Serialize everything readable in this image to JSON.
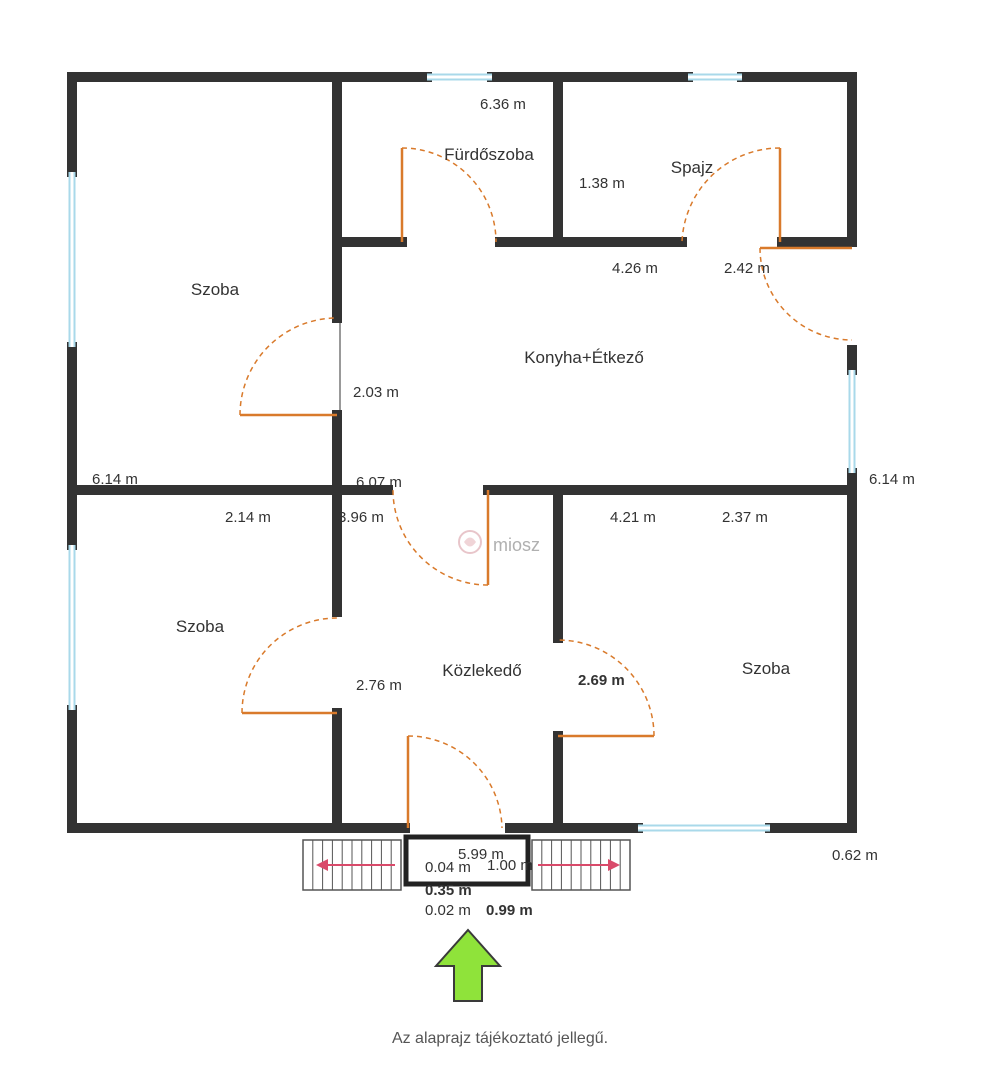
{
  "rooms": {
    "bathroom": "Fürdőszoba",
    "pantry": "Spajz",
    "room_top_left": "Szoba",
    "kitchen": "Konyha+Étkező",
    "room_bottom_left": "Szoba",
    "corridor": "Közlekedő",
    "room_bottom_right": "Szoba"
  },
  "dimensions": {
    "top_width": "6.36 m",
    "pantry_depth": "1.38 m",
    "kitchen_width_a": "4.26 m",
    "kitchen_width_b": "2.42 m",
    "kitchen_depth": "2.03 m",
    "left_depth": "6.14 m",
    "right_depth": "6.14 m",
    "mid_width": "6.07 m",
    "room_bl_width": "2.14 m",
    "corridor_width": "3.96 m",
    "room_br_width_a": "4.21 m",
    "room_br_width_b": "2.37 m",
    "corridor_depth": "2.76 m",
    "room_br_depth": "2.69 m",
    "bottom_width": "5.99 m",
    "landing_a": "0.04 m",
    "landing_b": "1.00 m",
    "landing_c": "0.35 m",
    "landing_d": "0.02 m",
    "landing_e": "0.99 m",
    "stair_right": "0.62 m"
  },
  "watermark": "miosz",
  "disclaimer": "Az alaprajz tájékoztató jellegű.",
  "colors": {
    "wall": "#333333",
    "window": "#a9d9ea",
    "door": "#d97a2b",
    "stair_arrow": "#d94a6a",
    "entry_arrow": "#8fe33a"
  }
}
